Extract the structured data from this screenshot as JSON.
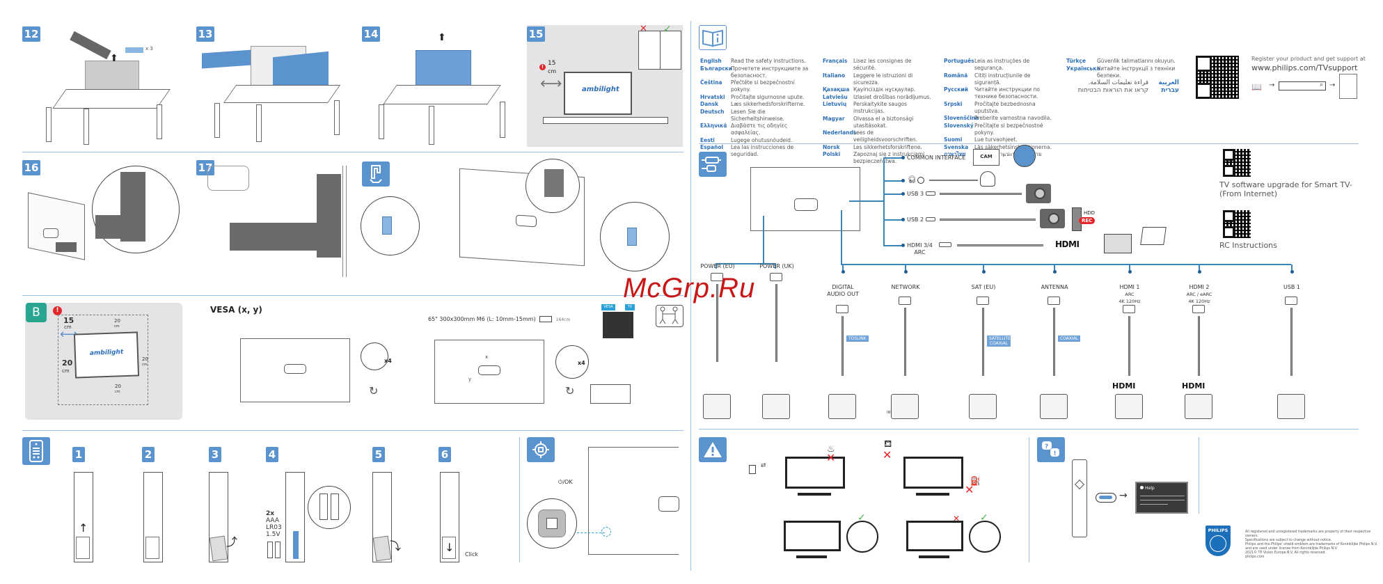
{
  "watermark": "McGrp.Ru",
  "steps_top": [
    {
      "number": "12",
      "note": "x 3"
    },
    {
      "number": "13"
    },
    {
      "number": "14"
    },
    {
      "number": "15",
      "distance_value": "15",
      "distance_unit": "cm"
    }
  ],
  "steps_cover": [
    {
      "number": "16"
    },
    {
      "number": "17"
    }
  ],
  "ambilight_label": "ambilight",
  "wall_mount": {
    "badge": "B",
    "side_value": "15",
    "side_unit": "cm",
    "clearances": [
      {
        "value": "20",
        "unit": "cm"
      },
      {
        "value": "20",
        "unit": "cm"
      },
      {
        "value": "20",
        "unit": "cm"
      },
      {
        "value": "20",
        "unit": "cm"
      }
    ]
  },
  "vesa": {
    "title": "VESA (x, y)",
    "spec": "65\"  300x300mm M6 (L: 10mm-15mm)",
    "diagonal": "164cm",
    "screw_count": "x4",
    "screw_count_2": "x4",
    "axis_x": "x",
    "axis_y": "y",
    "tag_vesa": "VESA",
    "tag_tv": "TV",
    "length_label": "L"
  },
  "battery_steps": {
    "numbers": [
      "1",
      "2",
      "3",
      "4",
      "5",
      "6"
    ],
    "battery_qty": "2x",
    "battery_type": "AAA",
    "battery_code": "LR03",
    "battery_voltage": "1.5V",
    "click_label": "Click"
  },
  "joystick": {
    "label": "⏻/OK"
  },
  "safety": {
    "languages": [
      {
        "name": "English",
        "text": "Read the safety instructions."
      },
      {
        "name": "Български",
        "text": "Прочетете инструкциите за безопасност."
      },
      {
        "name": "Čeština",
        "text": "Přečtěte si bezpečnostní pokyny."
      },
      {
        "name": "Hrvatski",
        "text": "Pročitajte sigurnosne upute."
      },
      {
        "name": "Dansk",
        "text": "Læs sikkerhedsforskrifterne."
      },
      {
        "name": "Deutsch",
        "text": "Lesen Sie die Sicherheitshinweise."
      },
      {
        "name": "Ελληνικά",
        "text": "Διαβάστε τις οδηγίες ασφαλείας."
      },
      {
        "name": "Eesti",
        "text": "Lugege ohutusnõudeid."
      },
      {
        "name": "Español",
        "text": "Lea las instrucciones de seguridad."
      },
      {
        "name": "Français",
        "text": "Lisez les consignes de sécurité."
      },
      {
        "name": "Italiano",
        "text": "Leggere le istruzioni di sicurezza."
      },
      {
        "name": "Қазақша",
        "text": "Қауіпсіздік нұсқаулар."
      },
      {
        "name": "Latviešu",
        "text": "Izlasiet drošības norādījumus."
      },
      {
        "name": "Lietuvių",
        "text": "Perskaitykite saugos instrukcijas."
      },
      {
        "name": "Magyar",
        "text": "Olvassa el a biztonsági utasításokat."
      },
      {
        "name": "Nederlands",
        "text": "Lees de veiligheidsvoorschriften."
      },
      {
        "name": "Norsk",
        "text": "Les sikkerhetsforskriftene."
      },
      {
        "name": "Polski",
        "text": "Zapoznaj się z instrukcjami bezpieczeństwa."
      },
      {
        "name": "Português",
        "text": "Leia as instruções de segurança."
      },
      {
        "name": "Română",
        "text": "Citiți instrucțiunile de siguranță."
      },
      {
        "name": "Русский",
        "text": "Читайте инструкции по технике безопасности."
      },
      {
        "name": "Srpski",
        "text": "Pročitajte bezbednosna uputstva."
      },
      {
        "name": "Slovenščina",
        "text": "Preberite varnostna navodila."
      },
      {
        "name": "Slovenský",
        "text": "Prečítajte si bezpečnostné pokyny."
      },
      {
        "name": "Suomi",
        "text": "Lue turvaohjeet."
      },
      {
        "name": "Svenska",
        "text": "Läs säkerhetsinstruktionerna."
      },
      {
        "name": "ภาษาไทย",
        "text": "โปรดอ่านคำแนะนำด้านความปลอดภัย"
      },
      {
        "name": "Türkçe",
        "text": "Güvenlik talimatlarını okuyun."
      },
      {
        "name": "Українська",
        "text": "Читайте інструкції з техніки безпеки."
      },
      {
        "name": "العربية",
        "text": "قراءة تعليمات السلامة."
      },
      {
        "name": "עברית",
        "text": "קראו את הוראות הבטיחות"
      }
    ]
  },
  "support": {
    "line1": "Register your product and get support at",
    "url": "www.philips.com/TVsupport"
  },
  "connections": {
    "side": [
      {
        "label": "COMMON INTERFACE",
        "device": "CAM"
      },
      {
        "label": "",
        "device": "headphones"
      },
      {
        "label": "USB 3",
        "device": "camera"
      },
      {
        "label": "USB 2",
        "device": "camera / HDD",
        "hdd": "HDD",
        "rec": "REC"
      },
      {
        "label": "HDMI 3/4",
        "sub": "ARC",
        "device": "HDMI",
        "logo": "HDMI"
      }
    ],
    "bottom": [
      {
        "label": "POWER (EU)"
      },
      {
        "label": "POWER (UK)"
      },
      {
        "label": "DIGITAL",
        "label2": "AUDIO OUT",
        "tag": "TOSLINK"
      },
      {
        "label": "NETWORK",
        "caption": "INTERNET"
      },
      {
        "label": "SAT (EU)",
        "tag": "SATELLITE COAXIAL"
      },
      {
        "label": "ANTENNA",
        "tag": "COAXIAL"
      },
      {
        "label": "HDMI 1",
        "sub1": "ARC",
        "sub2": "4K 120Hz",
        "logo": "HDMI"
      },
      {
        "label": "HDMI 2",
        "sub1": "ARC / eARC",
        "sub2": "4K 120Hz",
        "logo": "HDMI"
      },
      {
        "label": "USB 1"
      }
    ]
  },
  "qr_links": [
    {
      "label": "TV software upgrade for Smart TV- (From Internet)"
    },
    {
      "label": "RC Instructions"
    }
  ],
  "help": {
    "screen_title": "Help"
  },
  "brand": {
    "name": "PHILIPS",
    "legal": [
      "All registered and unregistered trademarks are property of their respective owners.",
      "Specifications are subject to change without notice.",
      "Philips and the Philips' shield emblem are trademarks of Koninklijke Philips N.V.",
      "and are used under license from Koninklijke Philips N.V.",
      "2021© TP Vision Europe B.V. All rights reserved.",
      "philips.com"
    ]
  },
  "colors": {
    "accent_blue": "#5b93cf",
    "line_blue": "#3a85b8",
    "warning_red": "#e2262b",
    "ok_green": "#4bb04a",
    "teal_badge": "#2aa58f"
  }
}
